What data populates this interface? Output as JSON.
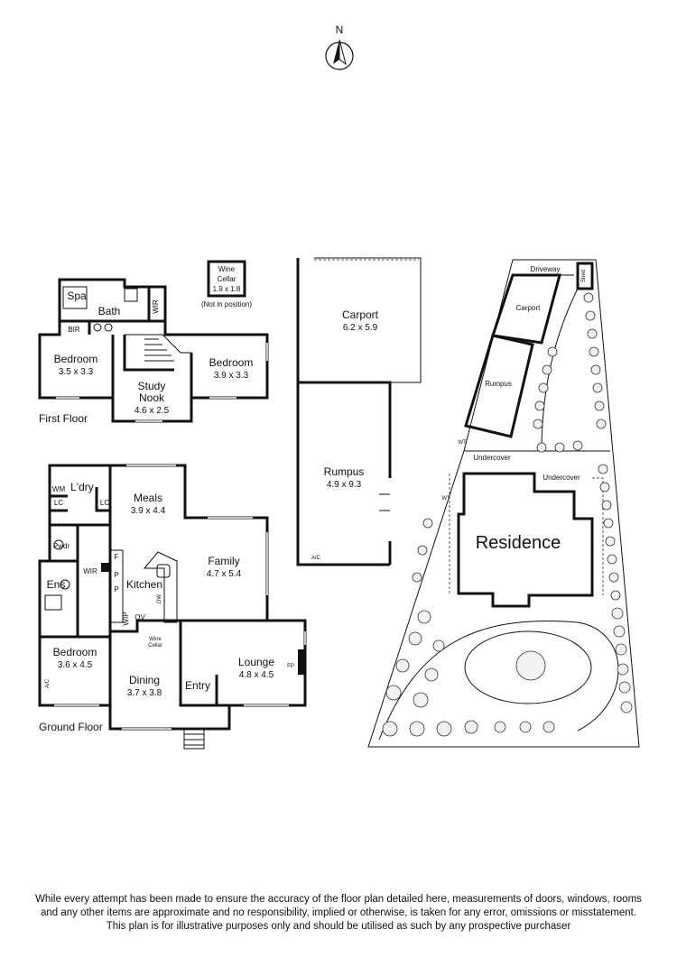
{
  "compass": {
    "label": "N"
  },
  "first_floor": {
    "label": "First Floor",
    "rooms": {
      "spa": {
        "name": "Spa"
      },
      "bath": {
        "name": "Bath"
      },
      "bir": {
        "name": "BIR"
      },
      "wir": {
        "name": "WIR"
      },
      "bedroom_left": {
        "name": "Bedroom",
        "dims": "3.5 x 3.3"
      },
      "bedroom_right": {
        "name": "Bedroom",
        "dims": "3.9 x 3.3"
      },
      "study_nook": {
        "name_line1": "Study",
        "name_line2": "Nook",
        "dims": "4.6 x 2.5"
      }
    },
    "wine_cellar_box": {
      "line1": "Wine",
      "line2": "Cellar",
      "dims": "1.9 x 1.8",
      "note": "(Not in position)"
    }
  },
  "ground_floor": {
    "label": "Ground Floor",
    "rooms": {
      "wm": {
        "name": "WM"
      },
      "lc1": {
        "name": "LC"
      },
      "lc2": {
        "name": "LC"
      },
      "ldry": {
        "name": "L'dry"
      },
      "meals": {
        "name": "Meals",
        "dims": "3.9 x 4.4"
      },
      "family": {
        "name": "Family",
        "dims": "4.7 x 5.4"
      },
      "pwdr": {
        "name": "Pwdr"
      },
      "wir": {
        "name": "WIR"
      },
      "ens": {
        "name": "Ens"
      },
      "kitchen": {
        "name": "Kitchen"
      },
      "f": {
        "name": "F"
      },
      "p1": {
        "name": "P"
      },
      "p2": {
        "name": "P"
      },
      "wip": {
        "name": "WIP"
      },
      "ov": {
        "name": "OV"
      },
      "dw": {
        "name": "DW"
      },
      "wine_cellar": {
        "line1": "Wine",
        "line2": "Cellar"
      },
      "bedroom": {
        "name": "Bedroom",
        "dims": "3.6 x 4.5"
      },
      "ac": {
        "name": "A/C"
      },
      "dining": {
        "name": "Dining",
        "dims": "3.7 x 3.8"
      },
      "entry": {
        "name": "Entry"
      },
      "lounge": {
        "name": "Lounge",
        "dims": "4.8 x 4.5"
      },
      "fp": {
        "name": "FP"
      }
    }
  },
  "outbuilding": {
    "carport": {
      "name": "Carport",
      "dims": "6.2 x 5.9"
    },
    "rumpus": {
      "name": "Rumpus",
      "dims": "4.9 x 9.3"
    },
    "ac": {
      "name": "A/C"
    }
  },
  "site_plan": {
    "driveway": "Driveway",
    "shed": "Shed",
    "carport": "Carport",
    "rumpus": "Rumpus",
    "wt1": "WT",
    "wt2": "WT",
    "undercover1": "Undercover",
    "undercover2": "Undercover",
    "residence": "Residence"
  },
  "disclaimer": {
    "line1": "While every attempt has been made to ensure the accuracy of the floor plan detailed here, measurements of doors, windows, rooms",
    "line2": "and any other items are approximate and no responsibility, implied or otherwise, is taken for any error, omissions or misstatement.",
    "line3": "This plan is for illustrative purposes only and should be utilised as such by any prospective purchaser"
  }
}
